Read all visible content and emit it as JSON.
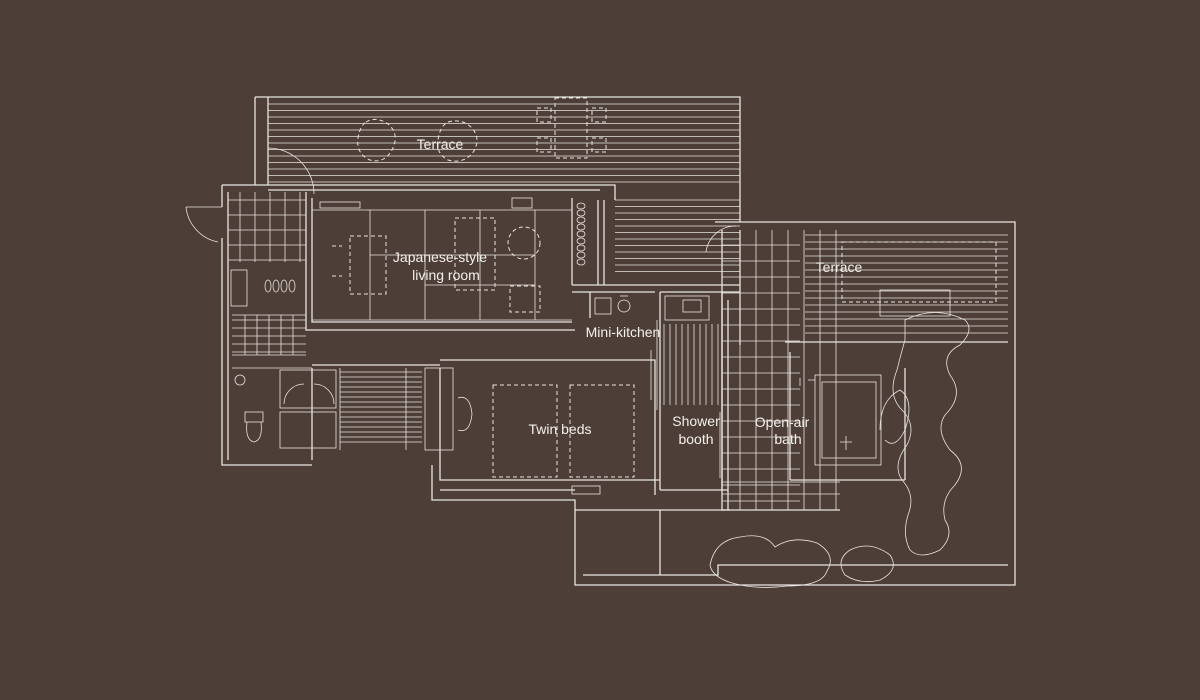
{
  "background_color": "#4d3f38",
  "line_color": "#e9e4df",
  "labels": {
    "terrace_top": "Terrace",
    "living_line1": "Japanese-style",
    "living_line2": "living room",
    "mini_kitchen": "Mini-kitchen",
    "twin_beds": "Twin beds",
    "shower_line1": "Shower",
    "shower_line2": "booth",
    "bath_line1": "Open-air",
    "bath_line2": "bath",
    "terrace_right": "Terrace"
  }
}
